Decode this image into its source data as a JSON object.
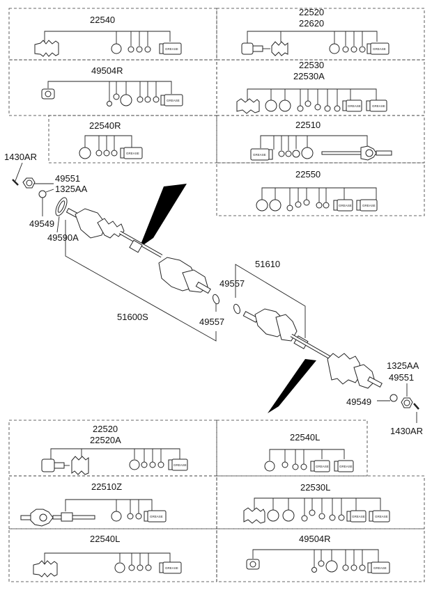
{
  "boxes": [
    {
      "id": "box-22540",
      "labels": [
        "22540"
      ]
    },
    {
      "id": "box-22520",
      "labels": [
        "22520",
        "22620"
      ]
    },
    {
      "id": "box-49504r-top",
      "labels": [
        "49504R"
      ]
    },
    {
      "id": "box-22530",
      "labels": [
        "22530",
        "22530A"
      ]
    },
    {
      "id": "box-22540r",
      "labels": [
        "22540R"
      ]
    },
    {
      "id": "box-22510",
      "labels": [
        "22510"
      ]
    },
    {
      "id": "box-22550",
      "labels": [
        "22550"
      ]
    },
    {
      "id": "box-22520a",
      "labels": [
        "22520",
        "22520A"
      ]
    },
    {
      "id": "box-22540l-top",
      "labels": [
        "22540L"
      ]
    },
    {
      "id": "box-22510z",
      "labels": [
        "22510Z"
      ]
    },
    {
      "id": "box-22530l",
      "labels": [
        "22530L"
      ]
    },
    {
      "id": "box-22540l-bottom",
      "labels": [
        "22540L"
      ]
    },
    {
      "id": "box-49504r-bottom",
      "labels": [
        "49504R"
      ]
    }
  ],
  "callouts": {
    "left_cotter": "1430AR",
    "left_nut": "49551",
    "left_washer": "1325AA",
    "left_ring": "49549",
    "left_sensor_ring": "49590A",
    "left_clip": "49557",
    "left_shaft": "51600S",
    "right_shaft": "51610",
    "right_clip": "49557",
    "right_washer": "1325AA",
    "right_nut": "49551",
    "right_ring": "49549",
    "right_cotter": "1430AR"
  },
  "grease_text": "GREASE"
}
